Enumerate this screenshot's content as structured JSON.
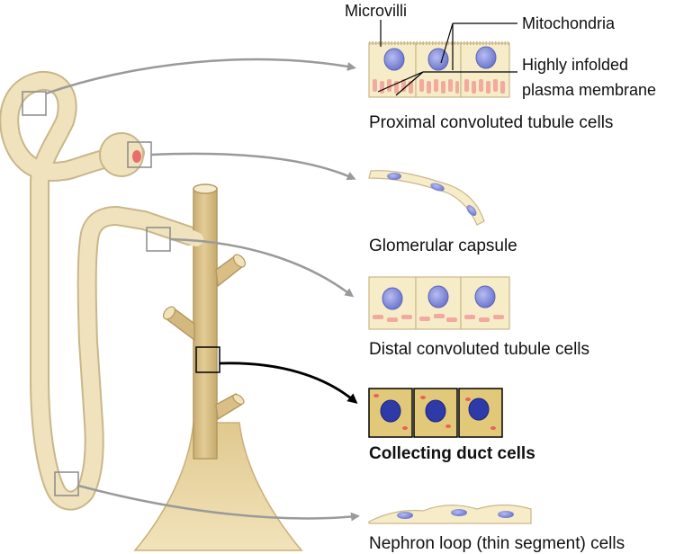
{
  "labels": {
    "microvilli": "Microvilli",
    "mitochondria": "Mitochondria",
    "infolded_line1": "Highly infolded",
    "infolded_line2": "plasma membrane"
  },
  "captions": {
    "proximal": "Proximal convoluted tubule cells",
    "glomerular": "Glomerular capsule",
    "distal": "Distal convoluted tubule cells",
    "collecting": "Collecting duct cells",
    "loop": "Nephron loop (thin segment) cells"
  },
  "colors": {
    "tubule": "#efe2bd",
    "tubule_outline": "#c9b78a",
    "duct": "#dcc48f",
    "duct_outline": "#b39a62",
    "cell_fill": "#f7ecc8",
    "cytoplasm_dots": "#d8c28f",
    "nucleus": "#6f78cf",
    "nucleus_dark": "#2e3aa8",
    "organelle": "#f2a9a0",
    "collecting_cell": "#e2c97a",
    "arrow_gray": "#9a9a9a",
    "arrow_black": "#000000"
  }
}
